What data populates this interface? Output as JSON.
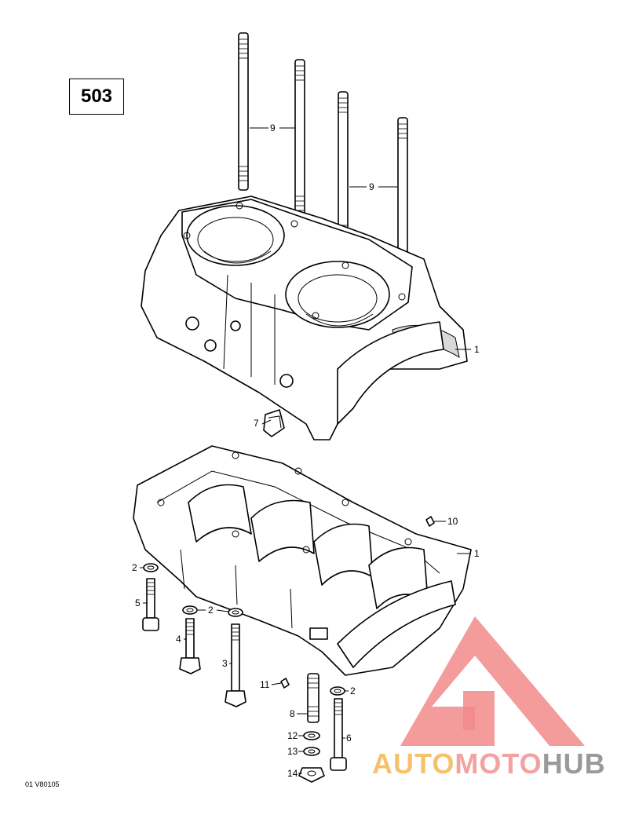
{
  "diagram": {
    "number": "503",
    "drawing_code": "01 V80105"
  },
  "callouts": [
    {
      "id": "c9a",
      "label": "9"
    },
    {
      "id": "c9b",
      "label": "9"
    },
    {
      "id": "c1a",
      "label": "1"
    },
    {
      "id": "c7",
      "label": "7"
    },
    {
      "id": "c10",
      "label": "10"
    },
    {
      "id": "c1b",
      "label": "1"
    },
    {
      "id": "c2a",
      "label": "2"
    },
    {
      "id": "c5",
      "label": "5"
    },
    {
      "id": "c2b",
      "label": "2"
    },
    {
      "id": "c4",
      "label": "4"
    },
    {
      "id": "c3",
      "label": "3"
    },
    {
      "id": "c11",
      "label": "11"
    },
    {
      "id": "c2c",
      "label": "2"
    },
    {
      "id": "c8",
      "label": "8"
    },
    {
      "id": "c6",
      "label": "6"
    },
    {
      "id": "c12",
      "label": "12"
    },
    {
      "id": "c13",
      "label": "13"
    },
    {
      "id": "c14",
      "label": "14"
    }
  ],
  "watermark": {
    "part1": "AUTO",
    "part2": "MOTO",
    "part3": "HUB",
    "colors": {
      "auto": "#f5c26b",
      "moto": "#f4a1a1",
      "hub": "#9a9a9a",
      "logo": "#f28b8b"
    }
  }
}
